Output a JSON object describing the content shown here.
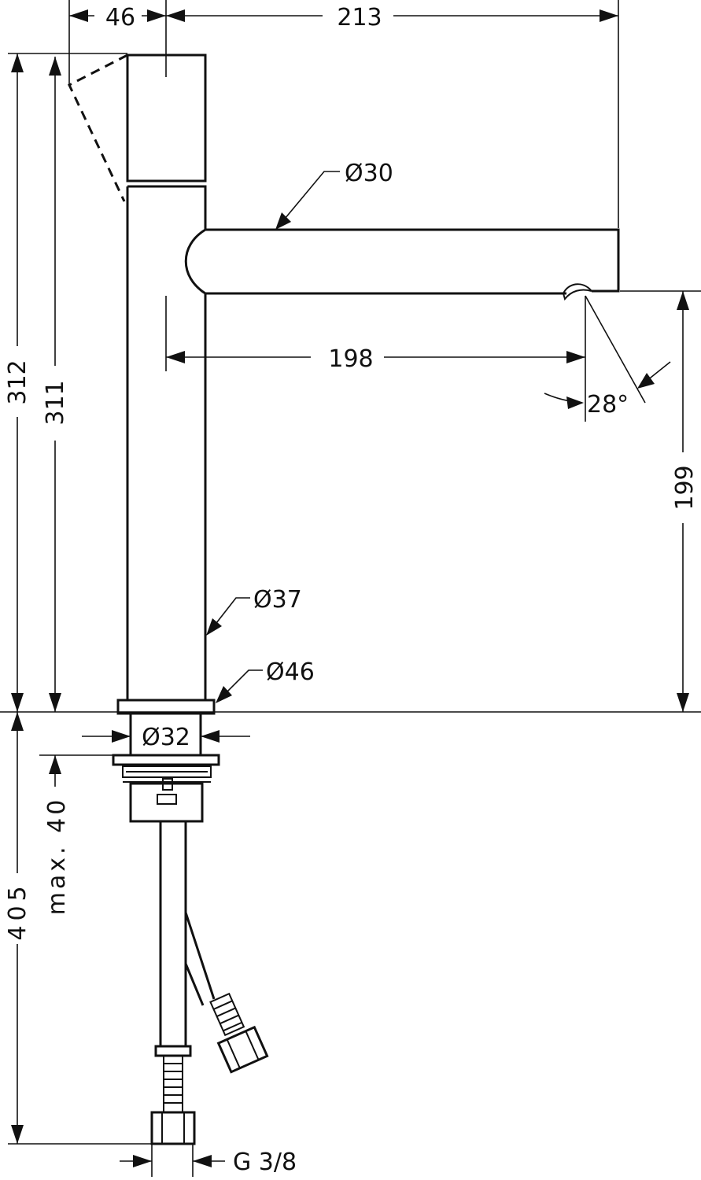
{
  "dimensions": {
    "top_handle_offset": "46",
    "total_reach": "213",
    "spout_diameter": "Ø30",
    "spout_reach": "198",
    "spout_angle": "28°",
    "spout_height": "199",
    "body_diameter": "Ø37",
    "base_diameter": "Ø46",
    "shank_diameter": "Ø32",
    "total_height": "312",
    "body_height": "311",
    "max_counter_thickness": "max. 40",
    "hose_length": "405",
    "thread": "G 3/8"
  }
}
